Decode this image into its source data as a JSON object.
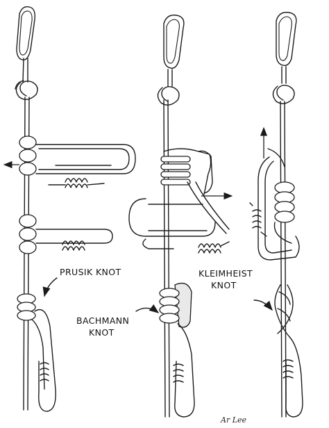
{
  "labels": {
    "prusik": "PRUSIK KNOT",
    "bachmann_line1": "BACHMANN",
    "bachmann_line2": "KNOT",
    "kleimheist_line1": "KLEIMHEIST",
    "kleimheist_line2": "KNOT"
  },
  "signature": "Ar Lee",
  "colors": {
    "ink": "#1b1b1b",
    "paper": "#ffffff"
  }
}
